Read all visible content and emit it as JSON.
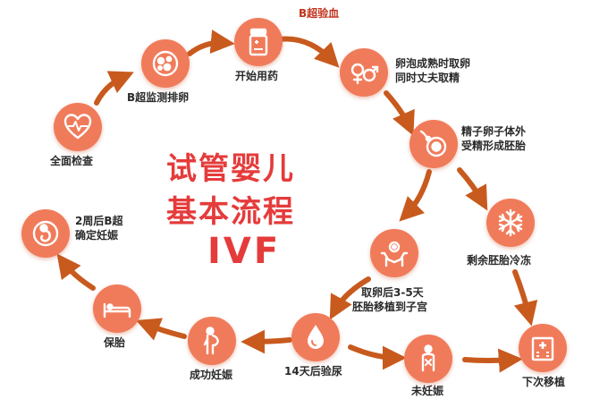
{
  "title": {
    "line1": "试管婴儿",
    "line2": "基本流程",
    "abbr": "IVF"
  },
  "accent_color": "#f07b5a",
  "arrow_color": "#c85a1e",
  "title_color": "#e53b3b",
  "steps": [
    {
      "id": "checkup",
      "label": "全面检查",
      "icon": "heart-monitor-icon"
    },
    {
      "id": "ultrasound-monitor",
      "label": "B超监测排卵",
      "icon": "ovary-scan-icon"
    },
    {
      "id": "medication",
      "label": "开始用药",
      "icon": "pill-bottle-icon"
    },
    {
      "id": "blood-test",
      "label": "B超验血",
      "icon": "none"
    },
    {
      "id": "egg-retrieval",
      "label_line1": "卵泡成熟时取卵",
      "label_line2": "同时丈夫取精",
      "icon": "gender-symbols-icon"
    },
    {
      "id": "fertilization",
      "label_line1": "精子卵子体外",
      "label_line2": "受精形成胚胎",
      "icon": "sperm-egg-icon"
    },
    {
      "id": "freeze",
      "label": "剩余胚胎冷冻",
      "icon": "snowflake-icon"
    },
    {
      "id": "transfer",
      "label_line1": "取卵后3-5天",
      "label_line2": "胚胎移植到子宫",
      "icon": "hands-embryo-icon"
    },
    {
      "id": "urine-test",
      "label": "14天后验尿",
      "icon": "drop-icon"
    },
    {
      "id": "pregnant",
      "label": "成功妊娠",
      "icon": "pregnant-woman-icon"
    },
    {
      "id": "not-pregnant",
      "label": "未妊娠",
      "icon": "woman-no-icon"
    },
    {
      "id": "next-transfer",
      "label": "下次移植",
      "icon": "hospital-icon"
    },
    {
      "id": "maintain",
      "label": "保胎",
      "icon": "bed-icon"
    },
    {
      "id": "confirm",
      "label_line1": "2周后B超",
      "label_line2": "确定妊娠",
      "icon": "fetus-icon"
    }
  ]
}
